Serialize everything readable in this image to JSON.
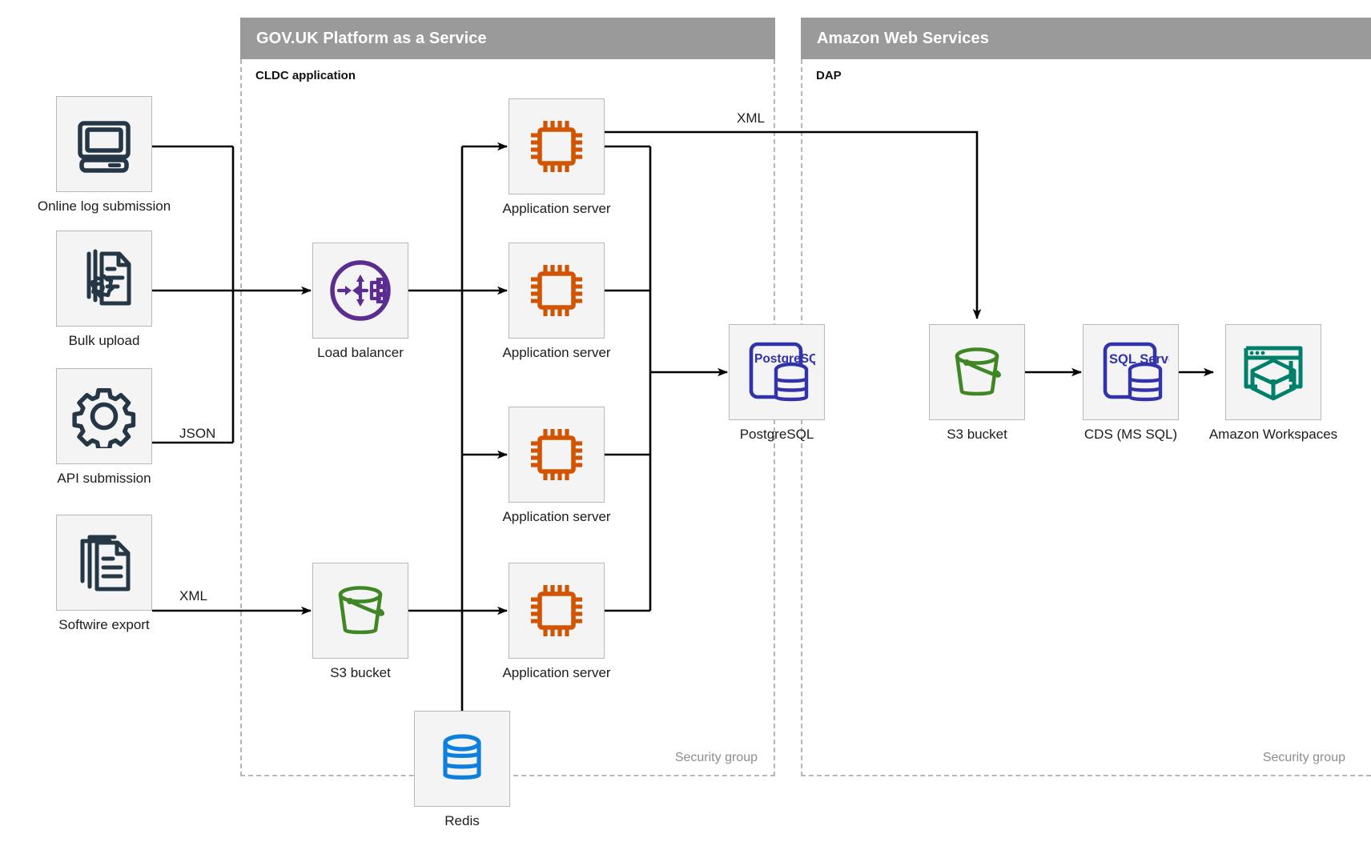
{
  "groups": [
    {
      "id": "paas",
      "title": "GOV.UK Platform as a Service",
      "sub": "CLDC application",
      "security": "Security group"
    },
    {
      "id": "aws",
      "title": "Amazon Web Services",
      "sub": "DAP",
      "security": "Security group"
    }
  ],
  "nodes": {
    "online_log": {
      "label": "Online log submission",
      "icon": "desktop-computer-icon"
    },
    "bulk_upload": {
      "label": "Bulk upload",
      "icon": "document-gear-icon"
    },
    "api_submission": {
      "label": "API submission",
      "icon": "gear-icon"
    },
    "softwire": {
      "label": "Softwire export",
      "icon": "documents-stack-icon"
    },
    "load_balancer": {
      "label": "Load balancer",
      "icon": "load-balancer-icon"
    },
    "app1": {
      "label": "Application server",
      "icon": "cpu-chip-icon"
    },
    "app2": {
      "label": "Application server",
      "icon": "cpu-chip-icon"
    },
    "app3": {
      "label": "Application server",
      "icon": "cpu-chip-icon"
    },
    "app4": {
      "label": "Application server",
      "icon": "cpu-chip-icon"
    },
    "s3_paas": {
      "label": "S3 bucket",
      "icon": "s3-bucket-icon"
    },
    "redis": {
      "label": "Redis",
      "icon": "database-cylinder-icon"
    },
    "postgres": {
      "label": "PostgreSQL",
      "icon": "postgresql-icon",
      "icon_text": "PostgreSQL"
    },
    "s3_aws": {
      "label": "S3 bucket",
      "icon": "s3-bucket-icon"
    },
    "cds": {
      "label": "CDS (MS SQL)",
      "icon": "sql-server-icon",
      "icon_text": "SQL Server"
    },
    "workspaces": {
      "label": "Amazon Workspaces",
      "icon": "amazon-workspaces-icon"
    }
  },
  "edge_labels": {
    "json": "JSON",
    "xml_softwire": "XML",
    "xml_app_to_s3": "XML"
  },
  "colors": {
    "header_bg": "#9a9a9a",
    "tile_bg": "#f4f4f4",
    "tile_border": "#b8b8b8",
    "dashed_border": "#b6b6b6",
    "icon_dark": "#253746",
    "icon_purple": "#5B2D90",
    "icon_orange": "#D35400",
    "icon_green": "#3F8624",
    "icon_blue": "#0D80DF",
    "icon_indigo": "#3232AA",
    "icon_teal": "#00806A",
    "wire": "#000000",
    "security_text": "#8d8d8d"
  }
}
